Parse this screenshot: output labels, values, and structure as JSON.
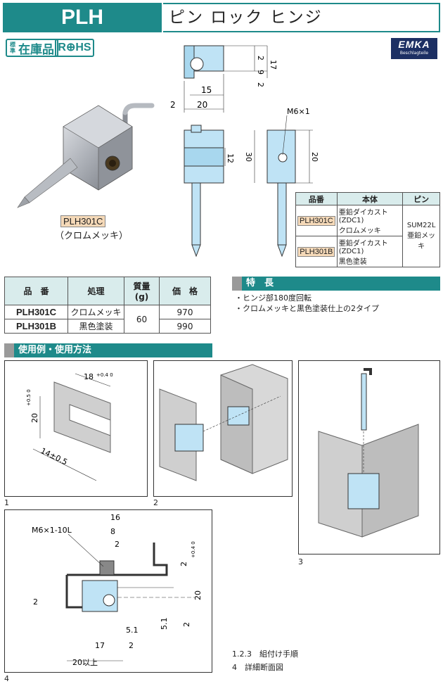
{
  "header": {
    "code": "PLH",
    "title": "ピン ロック ヒンジ"
  },
  "badges": {
    "stock_vertical": "標準",
    "stock": "在庫品",
    "rohs": "R⊕HS"
  },
  "brand": {
    "name": "EMKA",
    "tagline": "Beschlagteile"
  },
  "product": {
    "label": "PLH301C",
    "finish": "（クロムメッキ）"
  },
  "dims_top": {
    "d2a": "2",
    "d17": "17",
    "d9": "9",
    "d2b": "2",
    "d15": "15",
    "d20": "20",
    "d2c": "2"
  },
  "dims_mid": {
    "thread": "M6×1",
    "d12": "12",
    "d30": "30",
    "d20": "20"
  },
  "material_table": {
    "headers": [
      "品番",
      "本体",
      "ピン"
    ],
    "rows": [
      {
        "part": "PLH301C",
        "body1": "亜鉛ダイカスト(ZDC1)",
        "body2": "クロムメッキ"
      },
      {
        "part": "PLH301B",
        "body1": "亜鉛ダイカスト(ZDC1)",
        "body2": "黒色塗装"
      }
    ],
    "pin1": "SUM22L",
    "pin2": "亜鉛メッキ"
  },
  "price_table": {
    "headers": [
      "品　番",
      "処理",
      "質量\n(g)",
      "価　格"
    ],
    "rows": [
      {
        "part": "PLH301C",
        "finish": "クロムメッキ",
        "price": "970"
      },
      {
        "part": "PLH301B",
        "finish": "黒色塗装",
        "price": "990"
      }
    ],
    "mass": "60"
  },
  "features": {
    "title": "特　長",
    "items": [
      "・ヒンジ部180度回転",
      "・クロムメッキと黒色塗装仕上の2タイプ"
    ]
  },
  "usage": {
    "title": "使用例・使用方法"
  },
  "fig1": {
    "num": "1",
    "d18": "18",
    "tol18": "+0.4\n0",
    "d20": "20",
    "tol20": "+0.5\n0",
    "d14": "14±0.5"
  },
  "fig2": {
    "num": "2"
  },
  "fig3": {
    "num": "3"
  },
  "fig4": {
    "num": "4",
    "screw": "M6×1-10L",
    "d16": "16",
    "d8": "8",
    "d2a": "2",
    "d2b": "2",
    "tol2b": "+0.4\n0",
    "d20": "20",
    "d2c": "2",
    "d2d": "2",
    "d51a": "5.1",
    "d51b": "5.1",
    "d17": "17",
    "d2e": "2",
    "d20up": "20以上"
  },
  "notes": {
    "line1": "1.2.3　組付け手順",
    "line2": "4　詳細断面図"
  }
}
